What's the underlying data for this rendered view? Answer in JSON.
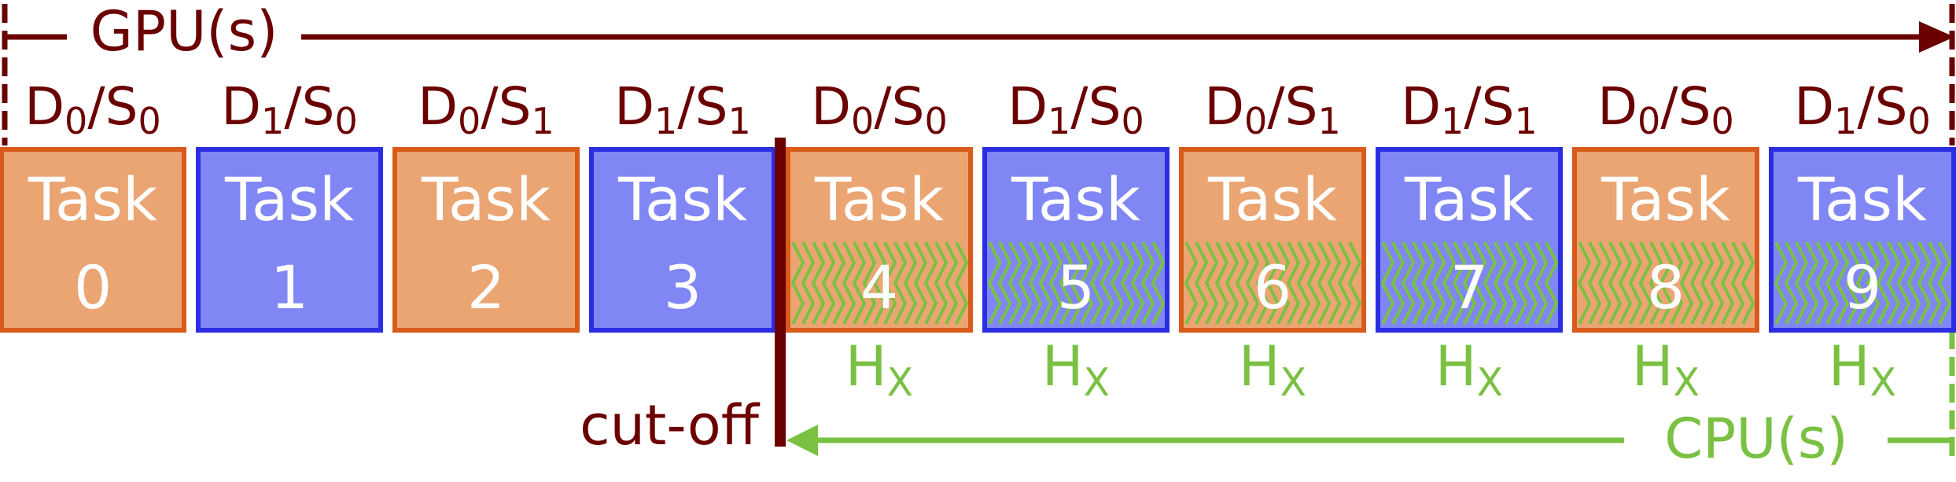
{
  "top_arrow": {
    "label": "GPU(s)"
  },
  "bottom_arrow": {
    "label": "CPU(s)"
  },
  "cutoff": {
    "label": "cut-off"
  },
  "tasks": [
    {
      "word": "Task",
      "number": "0",
      "device": "D",
      "device_sub": "0",
      "stream": "S",
      "stream_sub": "0",
      "kind": "orange",
      "hatched": false
    },
    {
      "word": "Task",
      "number": "1",
      "device": "D",
      "device_sub": "1",
      "stream": "S",
      "stream_sub": "0",
      "kind": "blue",
      "hatched": false
    },
    {
      "word": "Task",
      "number": "2",
      "device": "D",
      "device_sub": "0",
      "stream": "S",
      "stream_sub": "1",
      "kind": "orange",
      "hatched": false
    },
    {
      "word": "Task",
      "number": "3",
      "device": "D",
      "device_sub": "1",
      "stream": "S",
      "stream_sub": "1",
      "kind": "blue",
      "hatched": false
    },
    {
      "word": "Task",
      "number": "4",
      "device": "D",
      "device_sub": "0",
      "stream": "S",
      "stream_sub": "0",
      "kind": "orange",
      "hatched": true,
      "h": "H",
      "h_sub": "X"
    },
    {
      "word": "Task",
      "number": "5",
      "device": "D",
      "device_sub": "1",
      "stream": "S",
      "stream_sub": "0",
      "kind": "blue",
      "hatched": true,
      "h": "H",
      "h_sub": "X"
    },
    {
      "word": "Task",
      "number": "6",
      "device": "D",
      "device_sub": "0",
      "stream": "S",
      "stream_sub": "1",
      "kind": "orange",
      "hatched": true,
      "h": "H",
      "h_sub": "X"
    },
    {
      "word": "Task",
      "number": "7",
      "device": "D",
      "device_sub": "1",
      "stream": "S",
      "stream_sub": "1",
      "kind": "blue",
      "hatched": true,
      "h": "H",
      "h_sub": "X"
    },
    {
      "word": "Task",
      "number": "8",
      "device": "D",
      "device_sub": "0",
      "stream": "S",
      "stream_sub": "0",
      "kind": "orange",
      "hatched": true,
      "h": "H",
      "h_sub": "X"
    },
    {
      "word": "Task",
      "number": "9",
      "device": "D",
      "device_sub": "1",
      "stream": "S",
      "stream_sub": "0",
      "kind": "blue",
      "hatched": true,
      "h": "H",
      "h_sub": "X"
    }
  ],
  "colors": {
    "gpu": "#6b0000",
    "cpu": "#7ac143",
    "orange_fill": "#eba573",
    "orange_stroke": "#d95a1a",
    "blue_fill": "#8087f5",
    "blue_stroke": "#2b2ee0",
    "task_text": "#ffffff"
  }
}
